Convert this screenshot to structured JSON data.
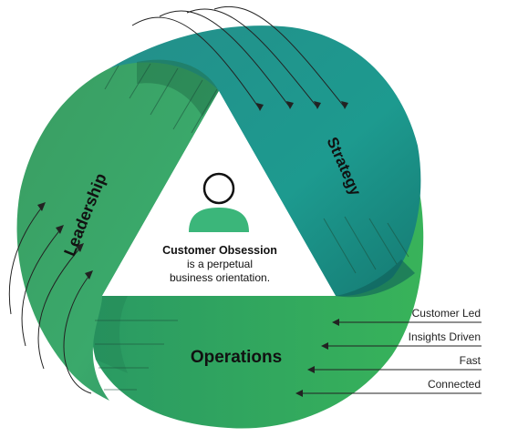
{
  "segments": {
    "leadership": "Leadership",
    "strategy": "Strategy",
    "operations": "Operations"
  },
  "center": {
    "title": "Customer Obsession",
    "line1": "is a perpetual",
    "line2": "business orientation."
  },
  "side_labels": [
    "Customer Led",
    "Insights Driven",
    "Fast",
    "Connected"
  ],
  "colors": {
    "leadership": "#3aa96b",
    "strategy": "#1f968f",
    "operations": "#33ad5a",
    "person": "#3bb67a"
  },
  "icons": [
    "person-icon"
  ]
}
